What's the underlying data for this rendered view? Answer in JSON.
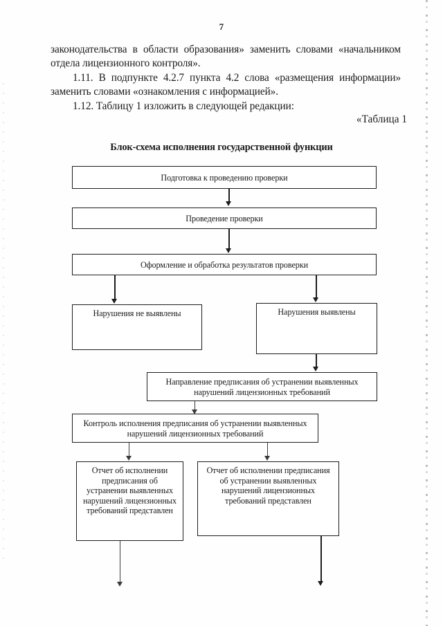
{
  "page": {
    "number": "7"
  },
  "body_text": {
    "paragraph_1": "законодательства в области образования» заменить словами «начальником отдела лицензионного контроля».",
    "paragraph_2": "1.11. В подпункте 4.2.7 пункта 4.2 слова «размещения информации» заменить словами «ознакомления с информацией».",
    "paragraph_3": "1.12. Таблицу 1 изложить в следующей редакции:",
    "table_caption": "«Таблица 1"
  },
  "flowchart": {
    "title": "Блок-схема исполнения государственной функции",
    "nodes": {
      "preparation": "Подготовка к проведению проверки",
      "inspection": "Проведение проверки",
      "processing": "Оформление и обработка результатов проверки",
      "no_violations": "Нарушения не выявлены",
      "violations_found": "Нарушения выявлены",
      "order_issued": "Направление предписания об устранении выявленных нарушений лицензионных требований",
      "order_control": "Контроль исполнения предписания об устранении выявленных нарушений лицензионных требований",
      "report_submitted_left": "Отчет об исполнении предписания об устранении выявленных нарушений лицензионных требований представлен",
      "report_submitted_right": "Отчет об исполнении предписания об устранении выявленных нарушений лицензионных требований представлен"
    }
  }
}
